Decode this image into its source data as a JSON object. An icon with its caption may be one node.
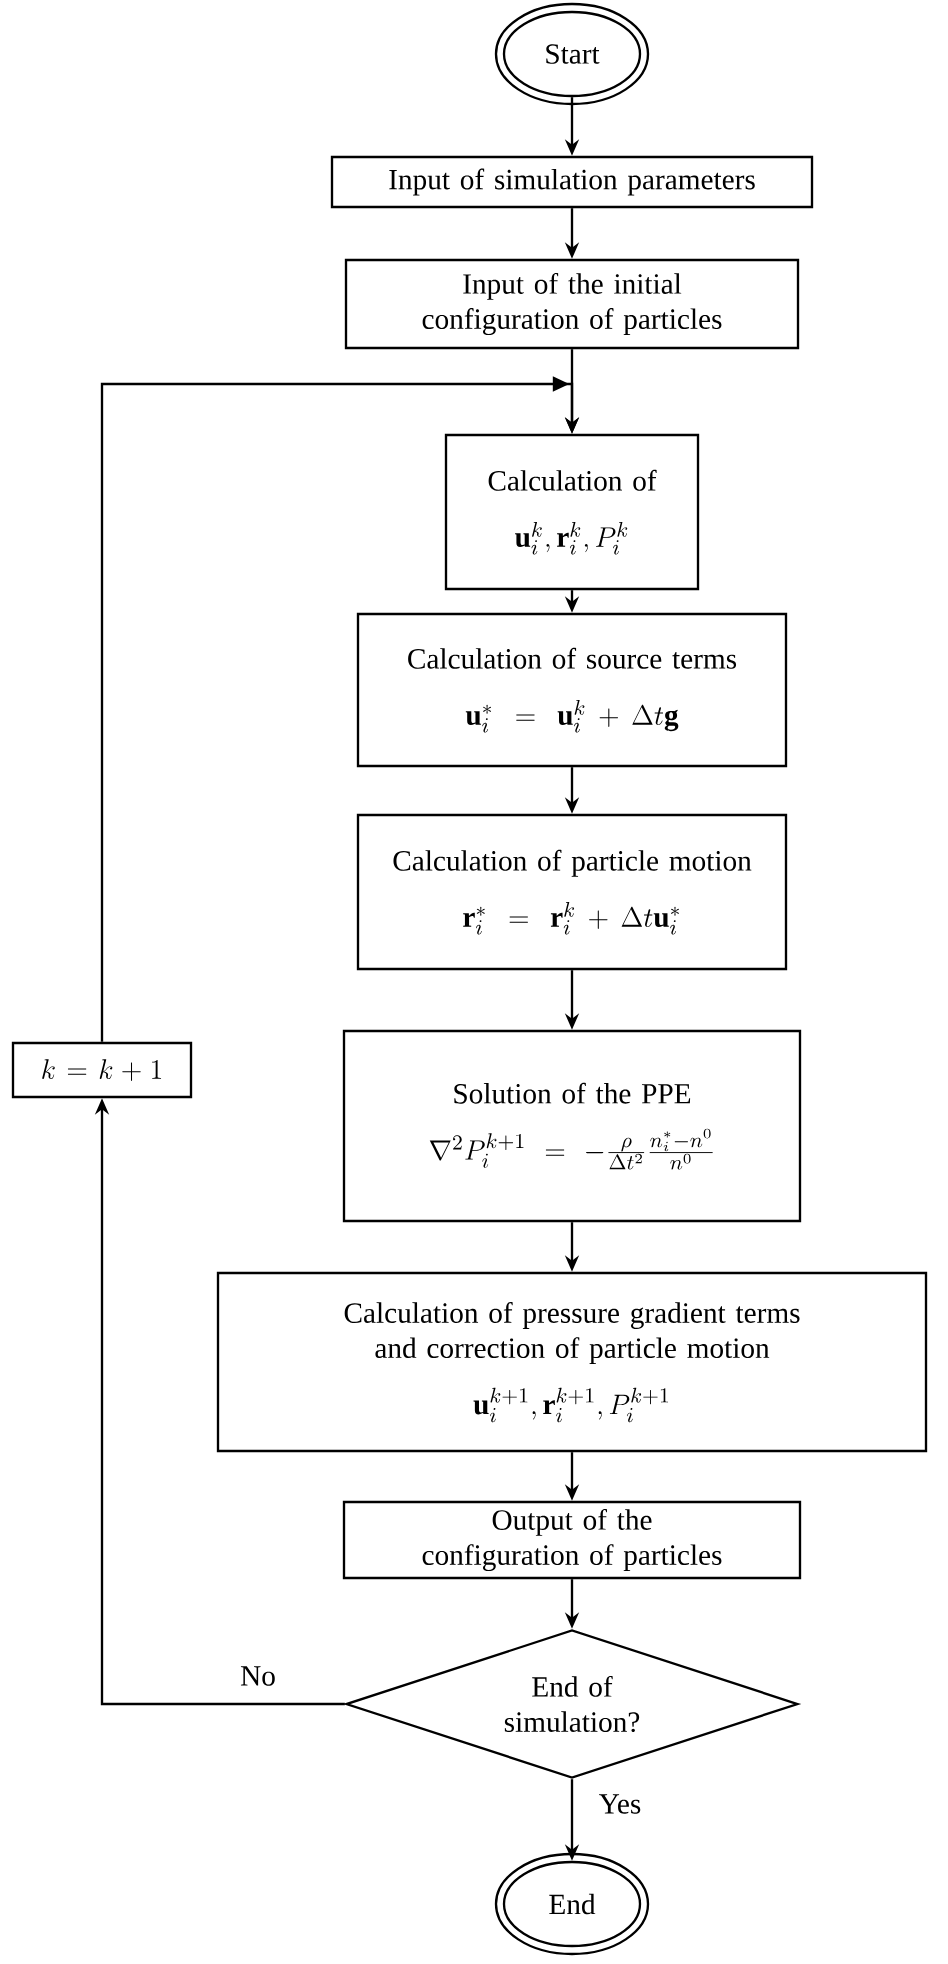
{
  "diagram": {
    "nodes": [
      {
        "text": [
          "Start"
        ]
      },
      {
        "text": [
          "Input of simulation parameters"
        ]
      },
      {
        "text": [
          "Input of the initial configuration of particles"
        ]
      },
      {
        "text": [
          "Calculation of",
          "\\mathbf{u}_i^k , \\mathbf{r}_i^k , P_i^k"
        ]
      },
      {
        "text": [
          "Calculation of source terms",
          "\\mathbf{u}_i^* = \\mathbf{u}_i^k + \\Delta t \\mathbf{g}"
        ]
      },
      {
        "text": [
          "Calculation of particle motion",
          "\\mathbf{r}_i^* = \\mathbf{r}_i^k + \\Delta t \\mathbf{u}_i^*"
        ]
      },
      {
        "text": [
          "Solution of the PPE",
          "\\nabla^2 P_i^{k+1} = -\\frac{\\rho}{\\Delta t^2}\\frac{n_i^* - n^0}{n^0}"
        ]
      },
      {
        "text": [
          "Calculation of pressure gradient terms and correction of particle motion",
          "\\mathbf{u}_i^{k+1} , \\mathbf{r}_i^{k+1} , P_i^{k+1}"
        ]
      },
      {
        "text": [
          "Output of the configuration of particles"
        ]
      },
      {
        "text": [
          "End of simulation?"
        ]
      },
      {
        "text": [
          "End"
        ]
      },
      {
        "text": [
          "k = k + 1"
        ]
      }
    ],
    "edges": [
      {
        "from": 0,
        "to": 1,
        "arrow": "to"
      },
      {
        "from": 1,
        "to": 2,
        "arrow": "to"
      },
      {
        "from": 2,
        "to": 3,
        "arrow": "to"
      },
      {
        "from": 3,
        "to": 4,
        "arrow": "to"
      },
      {
        "from": 4,
        "to": 5,
        "arrow": "to"
      },
      {
        "from": 5,
        "to": 6,
        "arrow": "to"
      },
      {
        "from": 6,
        "to": 7,
        "arrow": "to"
      },
      {
        "from": 7,
        "to": 8,
        "arrow": "to"
      },
      {
        "from": 8,
        "to": 9,
        "arrow": "to"
      },
      {
        "from": 9,
        "to": 10,
        "arrow": "to",
        "label": "Yes"
      },
      {
        "from": 9,
        "to": 11,
        "arrow": "to",
        "label": "No"
      },
      {
        "from": 11,
        "to": 3,
        "arrow": "to"
      }
    ]
  }
}
